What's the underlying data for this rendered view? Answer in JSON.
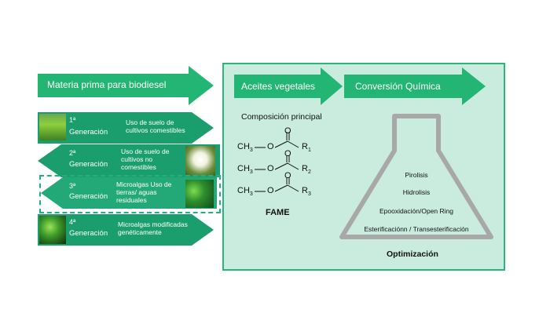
{
  "colors": {
    "green_dark": "#1a9e6e",
    "green_mid": "#23b07c",
    "green_arrow": "#22b573",
    "panel_bg": "#c9ecdf",
    "panel_border": "#2bb57c",
    "flask_gray": "#a8a8a8"
  },
  "left": {
    "title_arrow": "Materia prima para biodiesel",
    "generations": [
      {
        "num": "1ª",
        "label": "Generación",
        "desc": "Uso de suelo de cultivos comestibles",
        "image": "crop-field-photo"
      },
      {
        "num": "2ª",
        "label": "Generación",
        "desc": "Uso de suelo de cultivos no comestibles",
        "image": "jatropha-flower-photo"
      },
      {
        "num": "3ª",
        "label": "Generación",
        "desc": "Microalgas Uso de tierras/ aguas residuales",
        "image": "microalgae-photo"
      },
      {
        "num": "4ª",
        "label": "Generación",
        "desc": "Microalgas modificadas genéticamente",
        "image": "modified-algae-photo"
      }
    ]
  },
  "right": {
    "arrow1": "Aceites vegetales",
    "arrow2": "Conversión Química",
    "composition_title": "Composición principal",
    "fame_label": "FAME",
    "chem_rows": [
      {
        "left": "CH3",
        "o": "O",
        "carbonyl": "O",
        "r": "R1"
      },
      {
        "left": "CH3",
        "o": "O",
        "carbonyl": "O",
        "r": "R2"
      },
      {
        "left": "CH3",
        "o": "O",
        "carbonyl": "O",
        "r": "R3"
      }
    ],
    "flask_items": [
      "Pirolisis",
      "Hidrolisis",
      "Epooxidación/Open Ring",
      "Esterificaciónn / Transesterificación"
    ],
    "optimization": "Optimización"
  }
}
